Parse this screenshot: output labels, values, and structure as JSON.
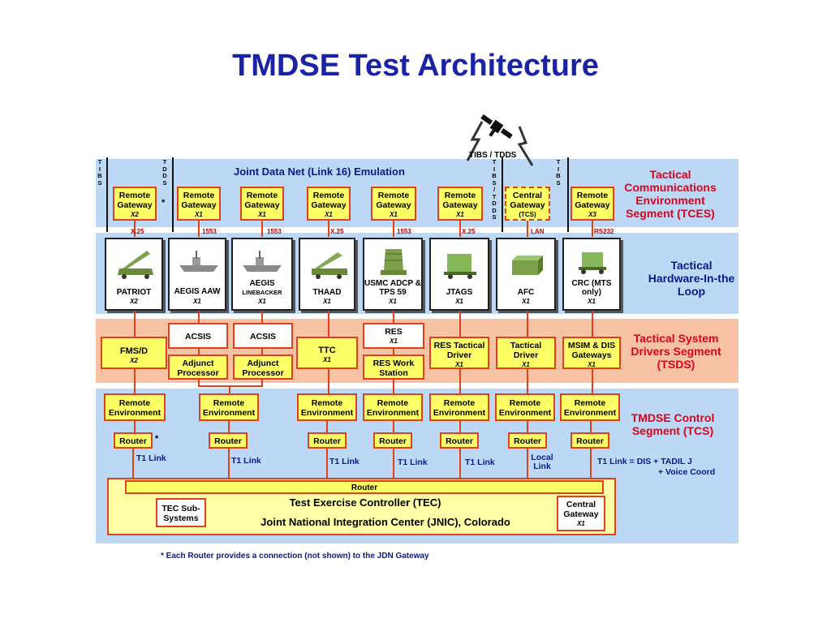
{
  "title": "TMDSE Test Architecture",
  "tces": {
    "banner": "Joint Data Net (Link 16)  Emulation",
    "label": "Tactical Communications Environment Segment (TCES)",
    "sat_label": "TIBS / TDDS",
    "gateways": [
      {
        "name": "Remote Gateway",
        "sub": "X2"
      },
      {
        "name": "Remote Gateway",
        "sub": "X1"
      },
      {
        "name": "Remote Gateway",
        "sub": "X1"
      },
      {
        "name": "Remote Gateway",
        "sub": "X1"
      },
      {
        "name": "Remote Gateway",
        "sub": "X1"
      },
      {
        "name": "Remote Gateway",
        "sub": "X1"
      },
      {
        "name": "Central Gateway",
        "sub": "(TCS)"
      },
      {
        "name": "Remote Gateway",
        "sub": "X3"
      }
    ],
    "vertical_labels": [
      "T I B S",
      "T D D S",
      "T I B S / T D D S",
      "T I B S"
    ],
    "asterisk": "*",
    "connections": [
      "X.25",
      "1553",
      "1553",
      "X.25",
      "1553",
      "X.25",
      "LAN",
      "RS232"
    ]
  },
  "thl": {
    "label": "Tactical Hardware-In-the Loop",
    "systems": [
      {
        "name": "PATRIOT",
        "sub": "X2"
      },
      {
        "name": "AEGIS AAW",
        "sub": "X1"
      },
      {
        "name": "AEGIS",
        "name2": "LINEBACKER",
        "sub": "X1"
      },
      {
        "name": "THAAD",
        "sub": "X1"
      },
      {
        "name": "USMC ADCP & TPS 59",
        "sub": "X1"
      },
      {
        "name": "JTAGS",
        "sub": "X1"
      },
      {
        "name": "AFC",
        "sub": "X1"
      },
      {
        "name": "CRC (MTS only)",
        "sub": "X1"
      }
    ]
  },
  "tsds": {
    "label": "Tactical System Drivers Segment (TSDS)",
    "fmsd": {
      "name": "FMS/D",
      "sub": "X2"
    },
    "acsis": [
      "ACSIS",
      "ACSIS"
    ],
    "adjunct": [
      "Adjunct Processor",
      "Adjunct Processor"
    ],
    "ttc": {
      "name": "TTC",
      "sub": "X1"
    },
    "res": {
      "name": "RES",
      "sub": "X1"
    },
    "res_work": "RES Work Station",
    "res_tactical": {
      "name": "RES Tactical Driver",
      "sub": "X1"
    },
    "tactical_driver": {
      "name": "Tactical Driver",
      "sub": "X1"
    },
    "msim": {
      "name": "MSIM & DIS Gateways",
      "sub": "X1"
    }
  },
  "tcs": {
    "label": "TMDSE Control Segment (TCS)",
    "remote_env": [
      "Remote Environment",
      "Remote Environment",
      "Remote Environment",
      "Remote Environment",
      "Remote Environment",
      "Remote Environment",
      "Remote Environment"
    ],
    "routers": [
      "Router",
      "Router",
      "Router",
      "Router",
      "Router",
      "Router",
      "Router"
    ],
    "asterisk": "*",
    "links": [
      "T1 Link",
      "T1 Link",
      "T1 Link",
      "T1 Link",
      "T1 Link",
      "Local Link"
    ],
    "link_note_1": "T1 Link = DIS + TADIL J",
    "link_note_2": "+ Voice Coord",
    "main_router": "Router",
    "tec_title": "Test Exercise Controller (TEC)",
    "tec_subtitle": "Joint National Integration Center (JNIC), Colorado",
    "tec_sub": "TEC Sub-Systems",
    "central_gateway": {
      "name": "Central Gateway",
      "sub": "X1"
    }
  },
  "footnote": "* Each Router provides a connection (not shown) to the JDN Gateway",
  "colors": {
    "title": "#1a22a8",
    "band_blue": "#bcd8f5",
    "band_salmon": "#f7c2a4",
    "box_yellow": "#ffff66",
    "border": "#e0401a",
    "label_red": "#e0001a"
  }
}
